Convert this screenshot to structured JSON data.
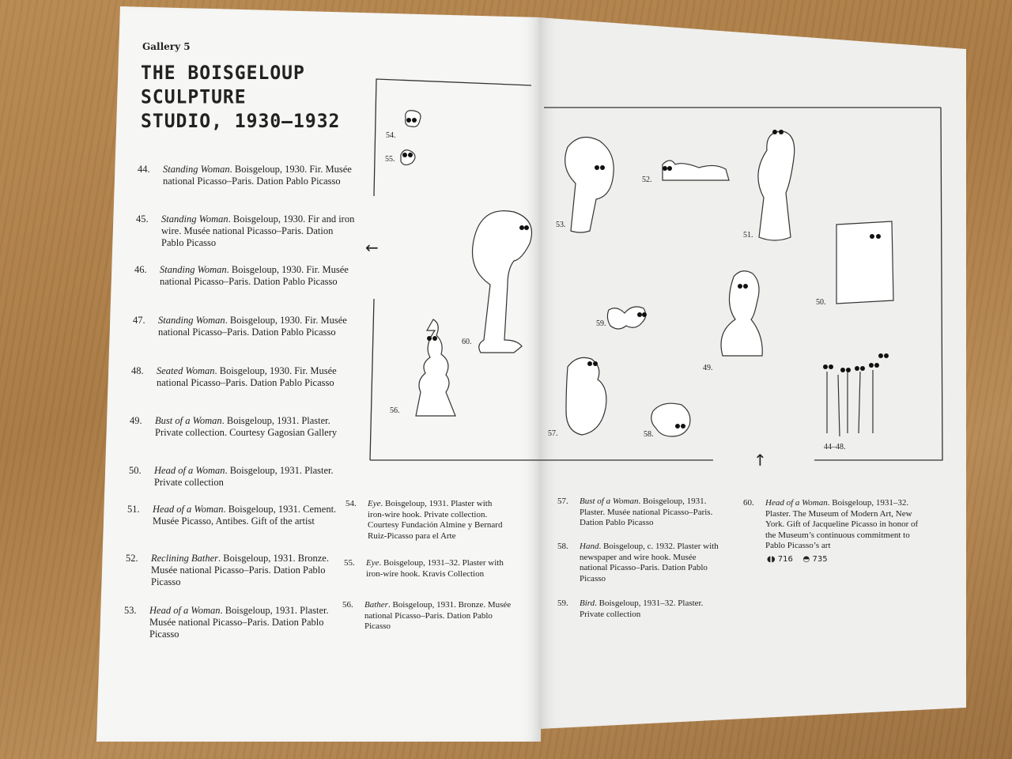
{
  "header": {
    "gallery": "Gallery 5",
    "title_lines": [
      "THE BOISGELOUP",
      "SCULPTURE",
      "STUDIO, 1930–1932"
    ]
  },
  "entries": [
    {
      "num": "44.",
      "title": "Standing Woman",
      "rest": ". Boisgeloup, 1930. Fir. Musée national Picasso–Paris. Dation Pablo Picasso"
    },
    {
      "num": "45.",
      "title": "Standing Woman",
      "rest": ". Boisgeloup, 1930. Fir and iron wire. Musée national Picasso–Paris. Dation Pablo Picasso"
    },
    {
      "num": "46.",
      "title": "Standing Woman",
      "rest": ". Boisgeloup, 1930. Fir. Musée national Picasso–Paris. Dation Pablo Picasso"
    },
    {
      "num": "47.",
      "title": "Standing Woman",
      "rest": ". Boisgeloup, 1930. Fir. Musée national Picasso–Paris. Dation Pablo Picasso"
    },
    {
      "num": "48.",
      "title": "Seated Woman",
      "rest": ". Boisgeloup, 1930. Fir. Musée national Picasso–Paris. Dation Pablo Picasso"
    },
    {
      "num": "49.",
      "title": "Bust of a Woman",
      "rest": ". Boisgeloup, 1931. Plaster. Private collection. Courtesy Gagosian Gallery"
    },
    {
      "num": "50.",
      "title": "Head of a Woman",
      "rest": ". Boisgeloup, 1931. Plaster. Private collection"
    },
    {
      "num": "51.",
      "title": "Head of a Woman",
      "rest": ". Boisgeloup, 1931. Cement. Musée Picasso, Antibes. Gift of the artist"
    },
    {
      "num": "52.",
      "title": "Reclining Bather",
      "rest": ". Boisgeloup, 1931. Bronze. Musée national Picasso–Paris. Dation Pablo Picasso"
    },
    {
      "num": "53.",
      "title": "Head of a Woman",
      "rest": ". Boisgeloup, 1931. Plaster. Musée national Picasso–Paris. Dation Pablo Picasso"
    },
    {
      "num": "54.",
      "title": "Eye",
      "rest": ". Boisgeloup, 1931. Plaster with iron-wire hook. Private collection. Courtesy Fundación Almine y Bernard Ruiz-Picasso para el Arte"
    },
    {
      "num": "55.",
      "title": "Eye",
      "rest": ". Boisgeloup, 1931–32. Plaster with iron-wire hook. Kravis Collection"
    },
    {
      "num": "56.",
      "title": "Bather",
      "rest": ". Boisgeloup, 1931. Bronze. Musée national Picasso–Paris. Dation Pablo Picasso"
    },
    {
      "num": "57.",
      "title": "Bust of a Woman",
      "rest": ". Boisgeloup, 1931. Plaster. Musée national Picasso–Paris. Dation Pablo Picasso"
    },
    {
      "num": "58.",
      "title": "Hand",
      "rest": ". Boisgeloup, c. 1932. Plaster with newspaper and wire hook. Musée national Picasso–Paris. Dation Pablo Picasso"
    },
    {
      "num": "59.",
      "title": "Bird",
      "rest": ". Boisgeloup, 1931–32. Plaster. Private collection"
    },
    {
      "num": "60.",
      "title": "Head of a Woman",
      "rest": ". Boisgeloup, 1931–32. Plaster. The Museum of Modern Art, New York. Gift of Jacqueline Picasso in honor of the Museum’s continuous commitment to Pablo Picasso’s art"
    }
  ],
  "audio": {
    "stop1": "716",
    "stop2": "735"
  },
  "map_labels": {
    "l54": "54.",
    "l55": "55.",
    "l60": "60.",
    "l56": "56.",
    "l53": "53.",
    "l52": "52.",
    "l51": "51.",
    "l50": "50.",
    "l59": "59.",
    "l49": "49.",
    "l57": "57.",
    "l58": "58.",
    "l44_48": "44–48."
  },
  "arrows": {
    "left": "←",
    "up": "↑"
  }
}
